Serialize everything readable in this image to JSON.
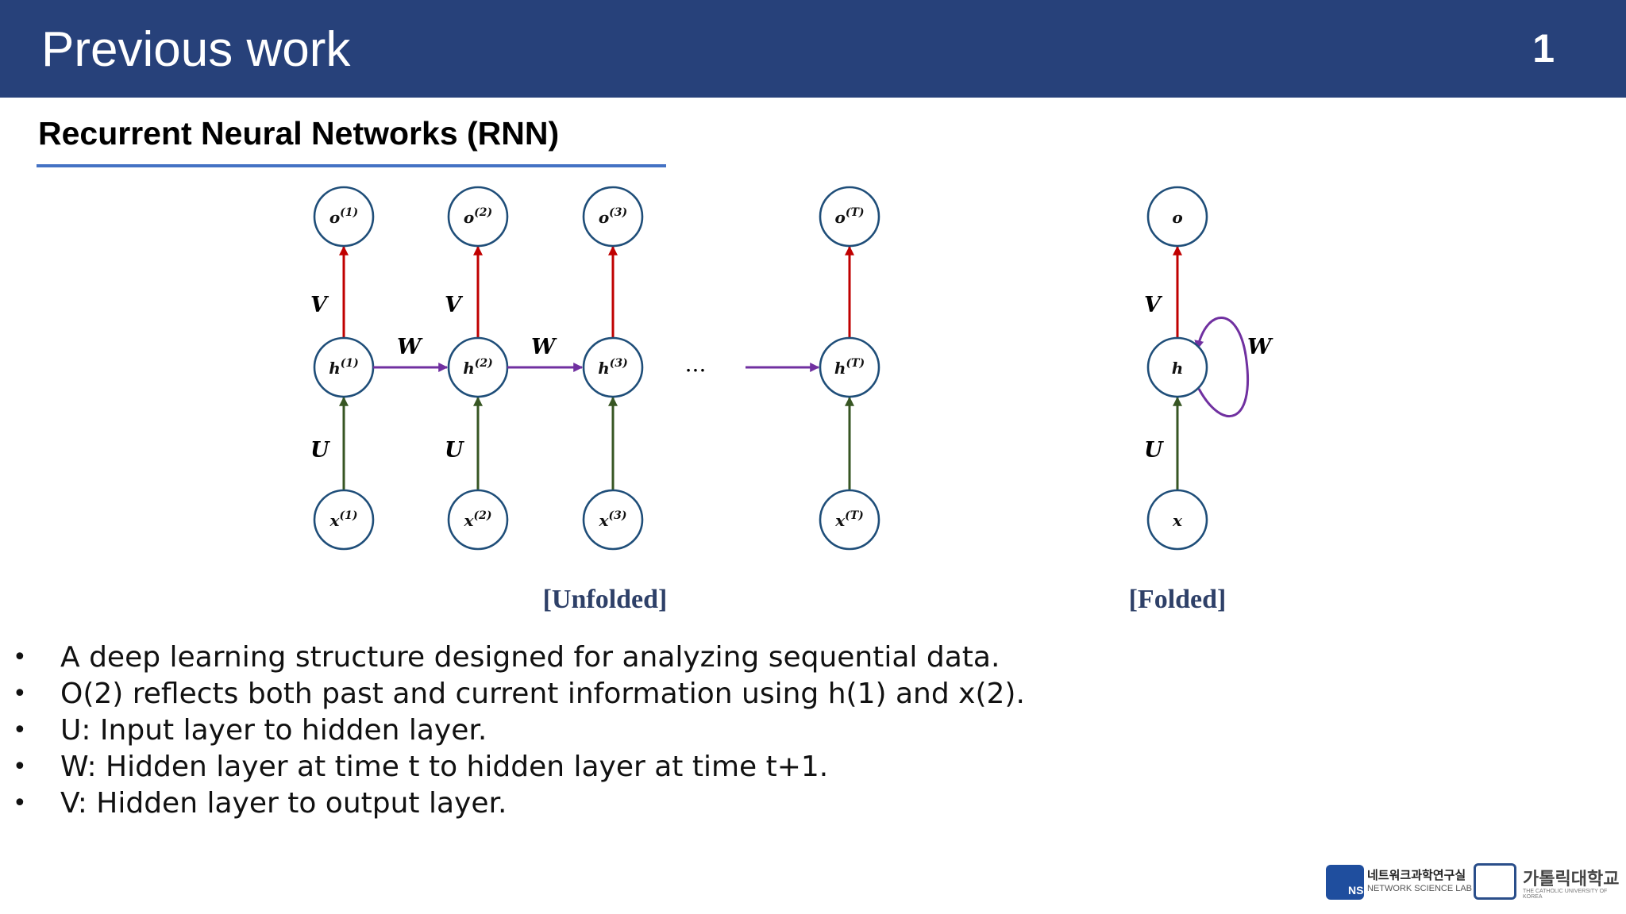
{
  "header": {
    "title": "Previous work",
    "page_number": "1"
  },
  "section": {
    "title": "Recurrent Neural Networks (RNN)"
  },
  "diagram": {
    "unfolded": {
      "caption": "[Unfolded]",
      "columns": [
        {
          "o": "o",
          "h": "h",
          "x": "x",
          "sup": "(1)"
        },
        {
          "o": "o",
          "h": "h",
          "x": "x",
          "sup": "(2)"
        },
        {
          "o": "o",
          "h": "h",
          "x": "x",
          "sup": "(3)"
        },
        {
          "o": "o",
          "h": "h",
          "x": "x",
          "sup": "(T)"
        }
      ],
      "edge_labels": {
        "V": "V",
        "W": "W",
        "U": "U"
      },
      "ellipsis": "..."
    },
    "folded": {
      "caption": "[Folded]",
      "nodes": {
        "o": "o",
        "h": "h",
        "x": "x"
      },
      "edge_labels": {
        "V": "V",
        "W": "W",
        "U": "U"
      }
    },
    "colors": {
      "output_arrow": "#c00000",
      "recurrent_arrow": "#7030a0",
      "input_arrow": "#375623",
      "node_border": "#1f4e79",
      "caption": "#2e4068"
    }
  },
  "bullets": [
    "A deep learning structure designed for analyzing sequential data.",
    "O(2) reflects both past and current information using h(1) and x(2).",
    "U: Input layer to hidden layer.",
    "W: Hidden layer at time t to hidden layer at time t+1.",
    "V: Hidden layer to output layer."
  ],
  "logos": {
    "lab_ns": "NS",
    "lab_korean": "네트워크과학연구실",
    "lab_english": "NETWORK SCIENCE LAB",
    "university_korean": "가톨릭대학교",
    "university_english": "THE CATHOLIC UNIVERSITY OF KOREA"
  }
}
